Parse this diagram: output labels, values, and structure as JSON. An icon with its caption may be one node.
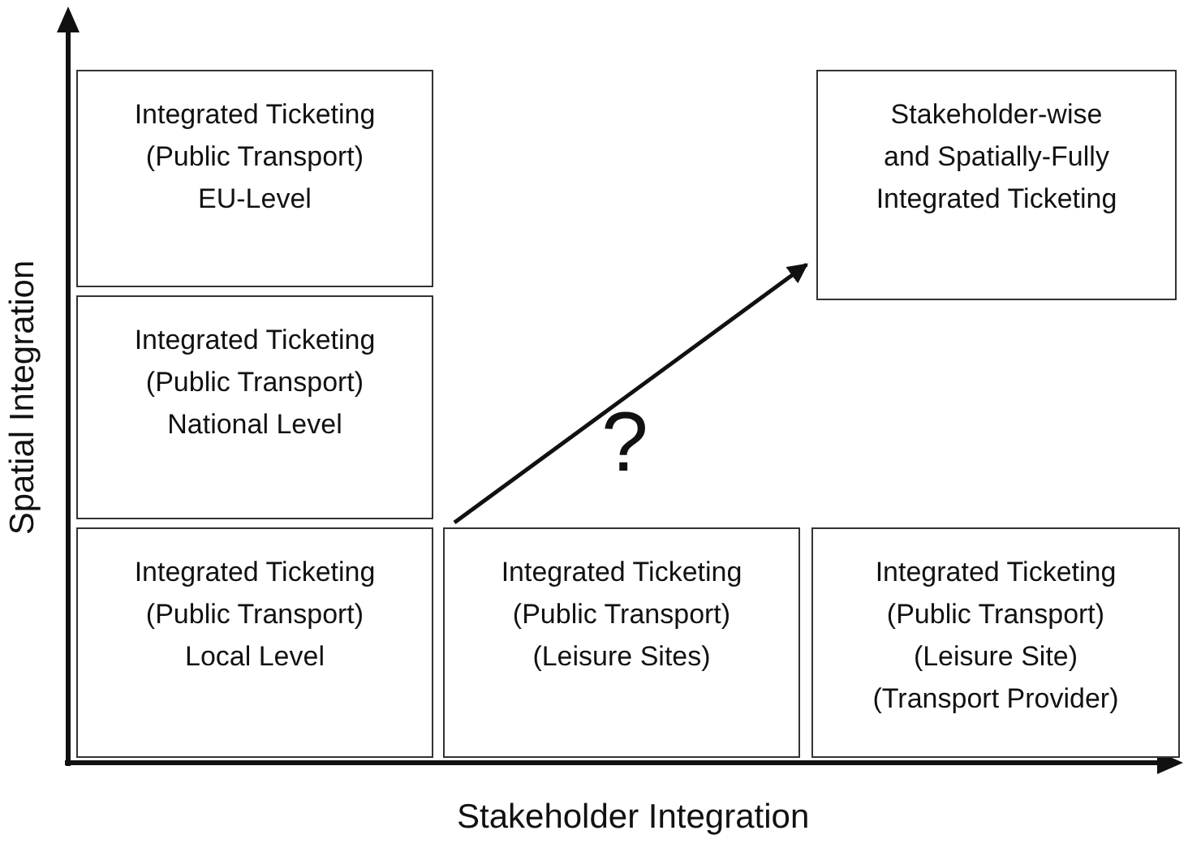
{
  "diagram": {
    "nodes": [
      {
        "text": [
          "Integrated Ticketing (Public Transport) EU-Level"
        ]
      },
      {
        "text": [
          "Integrated Ticketing (Public Transport) National Level"
        ]
      },
      {
        "text": [
          "Integrated Ticketing (Public Transport) Local Level"
        ]
      },
      {
        "text": [
          "Integrated Ticketing (Public Transport) (Leisure Sites)"
        ]
      },
      {
        "text": [
          "Integrated Ticketing (Public Transport) (Leisure Site) (Transport Provider)"
        ]
      },
      {
        "text": [
          "Stakeholder-wise and Spatially-Fully Integrated Ticketing"
        ]
      }
    ],
    "edges": [
      {
        "from": 3,
        "to": 5,
        "arrow": "to",
        "label": "?"
      }
    ],
    "labels": [
      "Spatial Integration",
      "Stakeholder Integration"
    ]
  }
}
